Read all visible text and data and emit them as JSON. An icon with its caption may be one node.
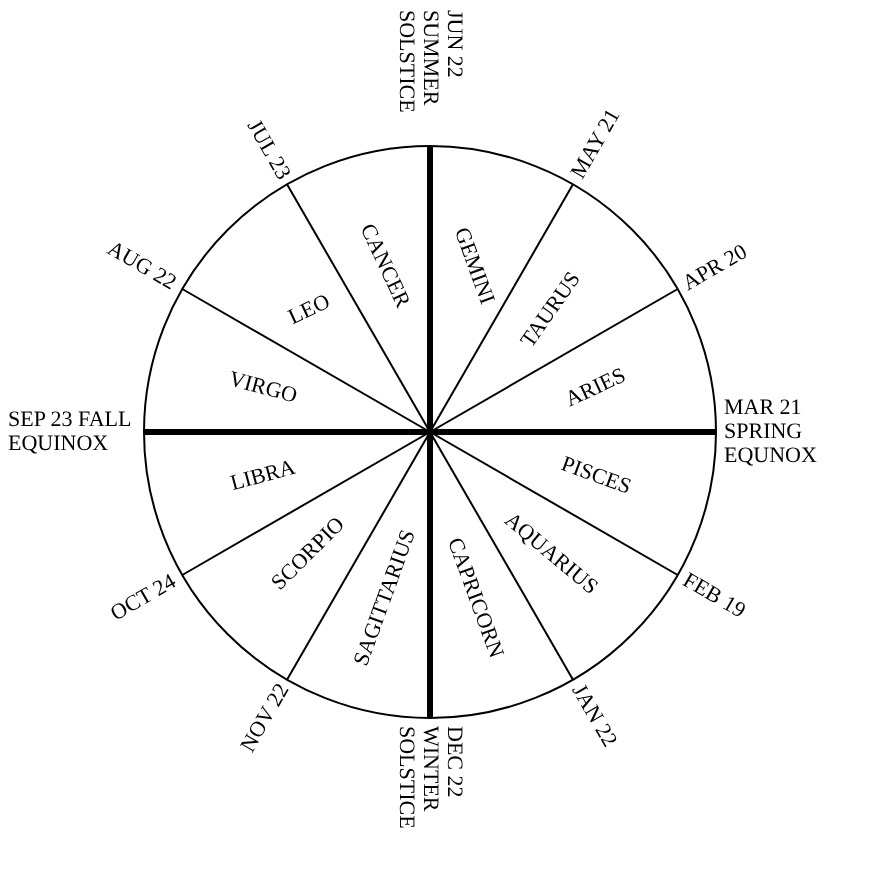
{
  "diagram": {
    "labels": [
      "JUN 22 SUMMER SOLSTICE",
      "MAY 21",
      "JUL 23",
      "CANCER",
      "GEMINI",
      "APR 20",
      "AUG 22",
      "LEO",
      "TAURUS",
      "ARIES",
      "VIRGO",
      "SEP 23 FALL EQUINOX",
      "MAR 21 SPRING EQUNOX",
      "LIBRA",
      "PISCES",
      "SCORPIO",
      "AQUARIUS",
      "FEB 19",
      "OCT 24",
      "SAGITTARIUS",
      "CAPRICORN",
      "JAN 22",
      "NOV 22",
      "DEC 22 WINTER SOLSTICE"
    ]
  }
}
